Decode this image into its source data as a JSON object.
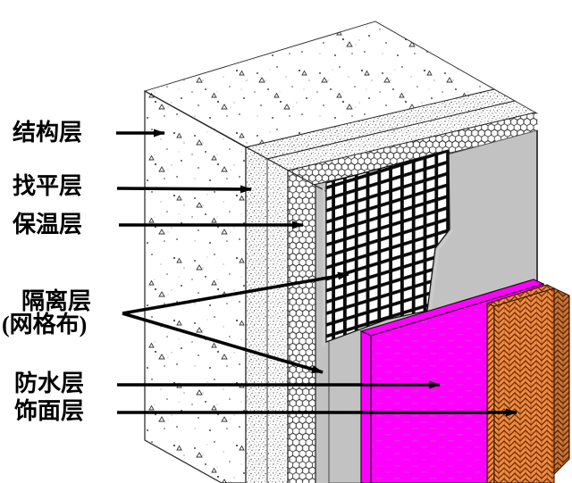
{
  "diagram": {
    "type": "construction-detail-cutaway",
    "description": "External wall thermal insulation system, axonometric cutaway",
    "labels": [
      {
        "text": "结构层"
      },
      {
        "text": "找平层"
      },
      {
        "text": "保温层"
      },
      {
        "text": "隔离层"
      },
      {
        "text": "(网格布)"
      },
      {
        "text": "防水层"
      },
      {
        "text": "饰面层"
      }
    ],
    "layers": [
      {
        "name": "structural-layer",
        "label": "结构层",
        "texture": "concrete-speckle"
      },
      {
        "name": "leveling-layer",
        "label": "找平层",
        "texture": "fine-stipple"
      },
      {
        "name": "insulation-layer",
        "label": "保温层",
        "texture": "honeycomb-foam"
      },
      {
        "name": "isolation-mesh-layer",
        "label": "隔离层(网格布)",
        "texture": "black-grid-mesh"
      },
      {
        "name": "waterproof-layer",
        "label": "防水层",
        "color": "#ff00ff"
      },
      {
        "name": "finish-layer",
        "label": "饰面层",
        "texture": "herringbone",
        "color": "#f09040"
      }
    ],
    "colors": {
      "render_gray": "#c2c2c2",
      "waterproof_magenta": "#ff00ff",
      "finish_orange": "#f09040",
      "finish_line_brown": "#7a2e0c",
      "mesh_black": "#0a0a0a",
      "line_black": "#000000"
    }
  }
}
